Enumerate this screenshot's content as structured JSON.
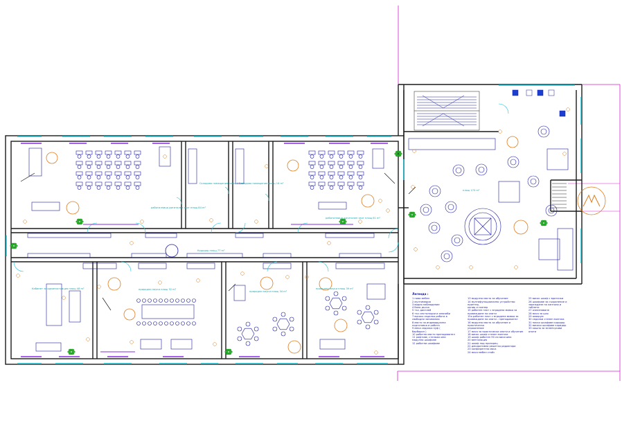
{
  "rooms": [
    {
      "id": "r1",
      "label": "работилница дигитален свят площ 84 m²"
    },
    {
      "id": "r2",
      "label": "Складово помещение площ 17 m²"
    },
    {
      "id": "r3",
      "label": "Складово помещение площ 16 m²"
    },
    {
      "id": "r4",
      "label": "работилница дигитален свят площ 61 m²"
    },
    {
      "id": "r5",
      "label": "Коридор площ 77 m²"
    },
    {
      "id": "r6",
      "label": "площ 170 m²"
    },
    {
      "id": "r7",
      "label": "Кабинет за администрация площ 48 m²"
    },
    {
      "id": "r8",
      "label": "природни науки площ 52 m²"
    },
    {
      "id": "r9",
      "label": "природни науки площ 34 m²"
    },
    {
      "id": "r10",
      "label": "природни науки площ 39 m²"
    }
  ],
  "legend": {
    "title": "Легенда :",
    "col1": [
      "1  нова мебел",
      "2  мултимедия",
      "3  видео наблюдение",
      "4  бяла дъска",
      "5  тъч дисплей",
      "6  тъч инсталации и илюзиби",
      "7  високо седалка работа в",
      "    свободни занимания",
      "8  място за индивидуална",
      "    подготовка и работа",
      "9  мека седалка пуф (",
      "    барбарон )",
      "10  работно място преподавател",
      "11  рафтове, стелажи или",
      "     модулни шкафове",
      "12  работни шкафове"
    ],
    "col2": [
      "13  модулно място за обучение",
      "14  мултифункционално устройство: принтер,",
      "     копир и скенер",
      "15  работен плот с вградена мивка за",
      "     провеждане на опити",
      "15а  работен плот с вградена мивка за",
      "     провеждане на опити - преподавател",
      "16  модулно място за обучение и практическо",
      "     упражнение",
      "17  маса за практически опити и обучение",
      "18  висок шкаф стенен монтаж",
      "19  шкаф работен 90 см височина",
      "20  вентилация",
      "21  шкаф под прозорец",
      "22  декоративна решетка радиатори",
      "23  конферентна маса",
      "24  маса мебел стайс"
    ],
    "col3": [
      "25  висок шкаф с вратички",
      "26  шкафове за съхранение и",
      "     зареждане на лаптопи и",
      "     таблети",
      "27  озеленяване",
      "28  маса за шах",
      "29  акварум",
      "30  седалки стенен монтаж",
      "31  ниски шкафове коридор",
      "32  високи шкафове коридор",
      "33  кашпа за зеленчукови",
      "     опити"
    ]
  },
  "colors": {
    "wall": "#1a1a1a",
    "window": "#17c6d8",
    "furniture_blue": "#1a1aa0",
    "accent_orange": "#e07a1a",
    "plant_green": "#27b52a",
    "magenta_line": "#d91cd1",
    "purple_strip": "#8a2be2"
  }
}
